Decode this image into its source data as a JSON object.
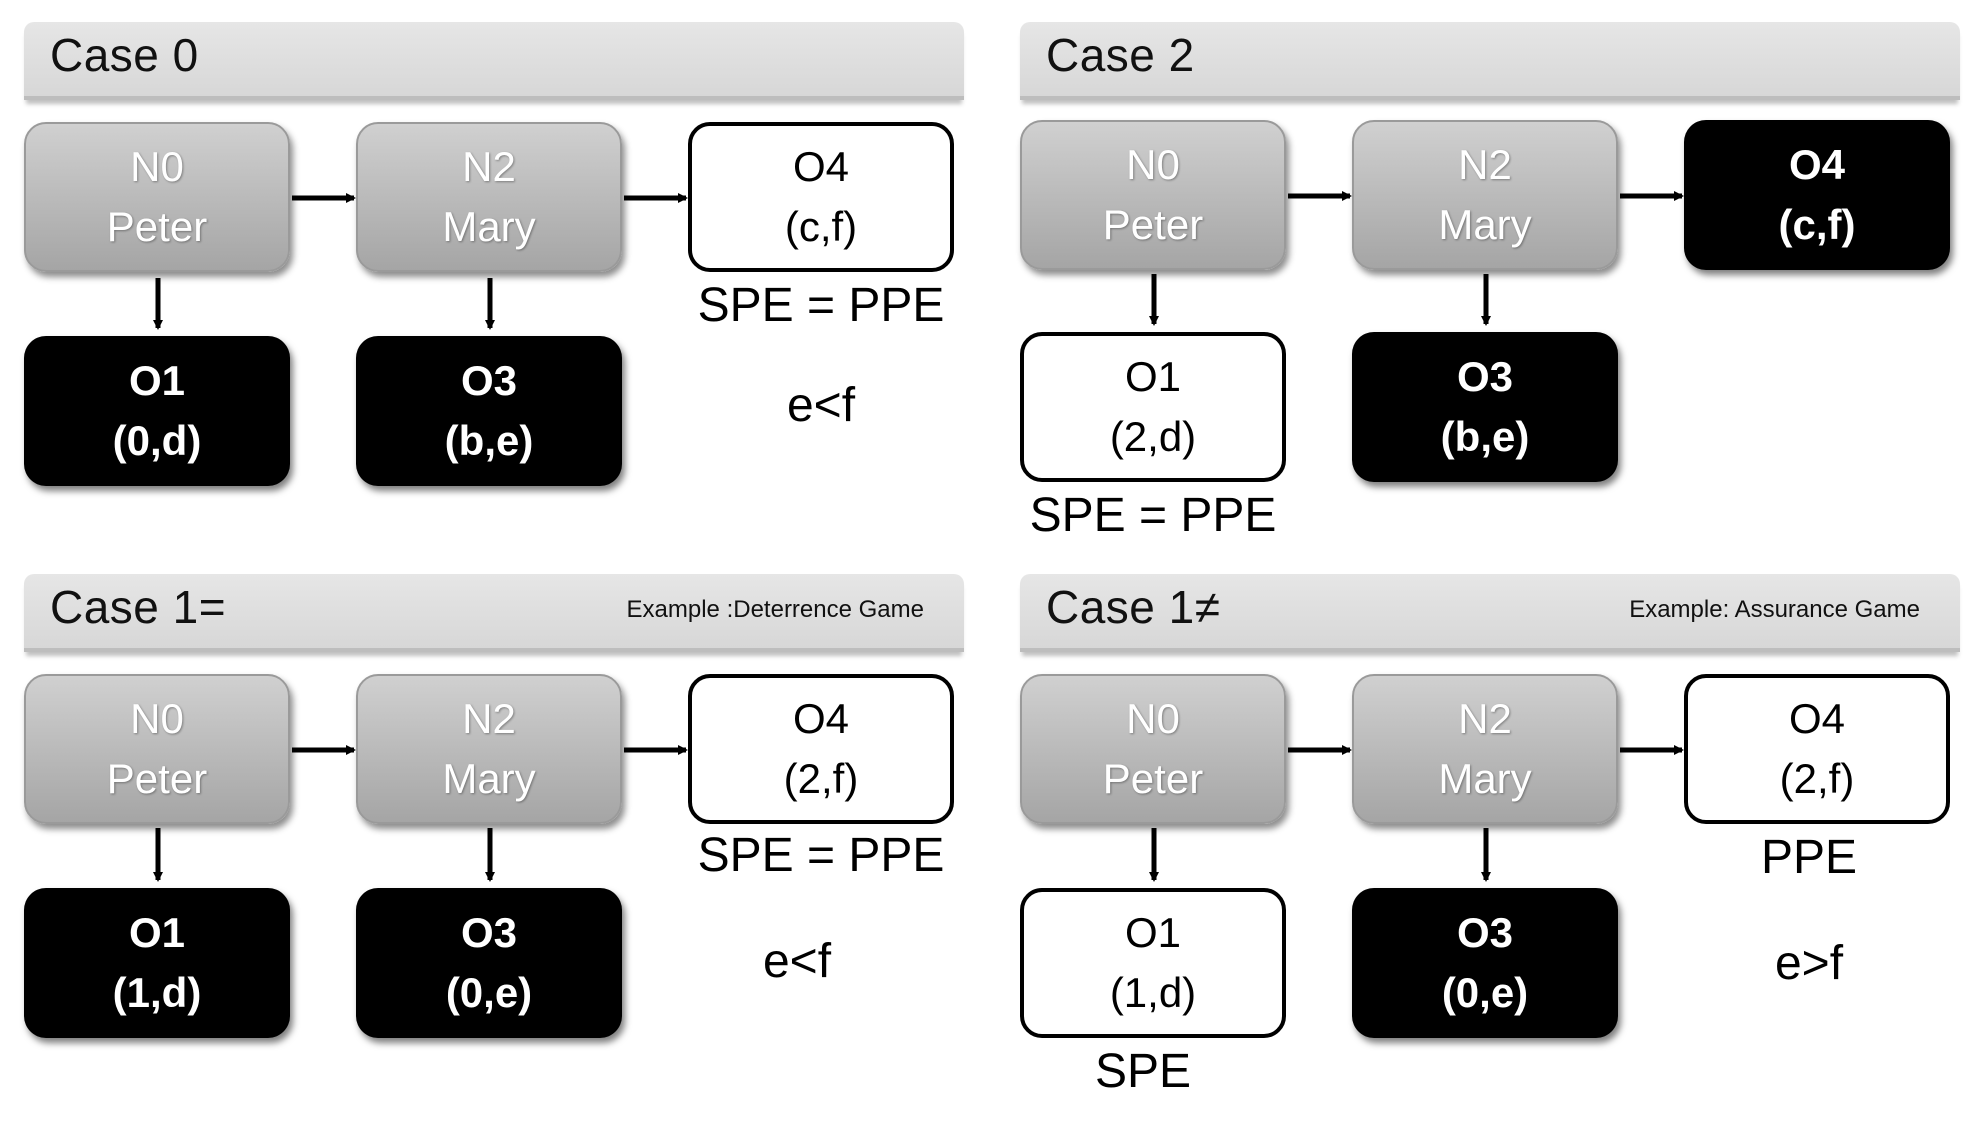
{
  "panels": [
    {
      "title": "Case 0",
      "example": "",
      "nodes": {
        "n0": {
          "id": "N0",
          "label": "Peter"
        },
        "n2": {
          "id": "N2",
          "label": "Mary"
        },
        "o1": {
          "id": "O1",
          "payoff": "(0,d)"
        },
        "o3": {
          "id": "O3",
          "payoff": "(b,e)"
        },
        "o4": {
          "id": "O4",
          "payoff": "(c,f)"
        }
      },
      "notes": {
        "equilibrium": "SPE = PPE",
        "condition": "e<f"
      }
    },
    {
      "title": "Case 2",
      "example": "",
      "nodes": {
        "n0": {
          "id": "N0",
          "label": "Peter"
        },
        "n2": {
          "id": "N2",
          "label": "Mary"
        },
        "o1": {
          "id": "O1",
          "payoff": "(2,d)"
        },
        "o3": {
          "id": "O3",
          "payoff": "(b,e)"
        },
        "o4": {
          "id": "O4",
          "payoff": "(c,f)"
        }
      },
      "notes": {
        "equilibrium": "SPE = PPE"
      }
    },
    {
      "title": "Case 1=",
      "example": "Example :Deterrence Game",
      "nodes": {
        "n0": {
          "id": "N0",
          "label": "Peter"
        },
        "n2": {
          "id": "N2",
          "label": "Mary"
        },
        "o1": {
          "id": "O1",
          "payoff": "(1,d)"
        },
        "o3": {
          "id": "O3",
          "payoff": "(0,e)"
        },
        "o4": {
          "id": "O4",
          "payoff": "(2,f)"
        }
      },
      "notes": {
        "equilibrium": "SPE = PPE",
        "condition": "e<f"
      }
    },
    {
      "title": "Case 1≠",
      "example": "Example: Assurance Game",
      "nodes": {
        "n0": {
          "id": "N0",
          "label": "Peter"
        },
        "n2": {
          "id": "N2",
          "label": "Mary"
        },
        "o1": {
          "id": "O1",
          "payoff": "(1,d)"
        },
        "o3": {
          "id": "O3",
          "payoff": "(0,e)"
        },
        "o4": {
          "id": "O4",
          "payoff": "(2,f)"
        }
      },
      "notes": {
        "spe": "SPE",
        "ppe": "PPE",
        "condition": "e>f"
      }
    }
  ],
  "colors": {
    "decision_fill": "#b8b8b8",
    "outcome_dark": "#000000",
    "outcome_light": "#ffffff",
    "header_fill": "#dcdcdc"
  }
}
